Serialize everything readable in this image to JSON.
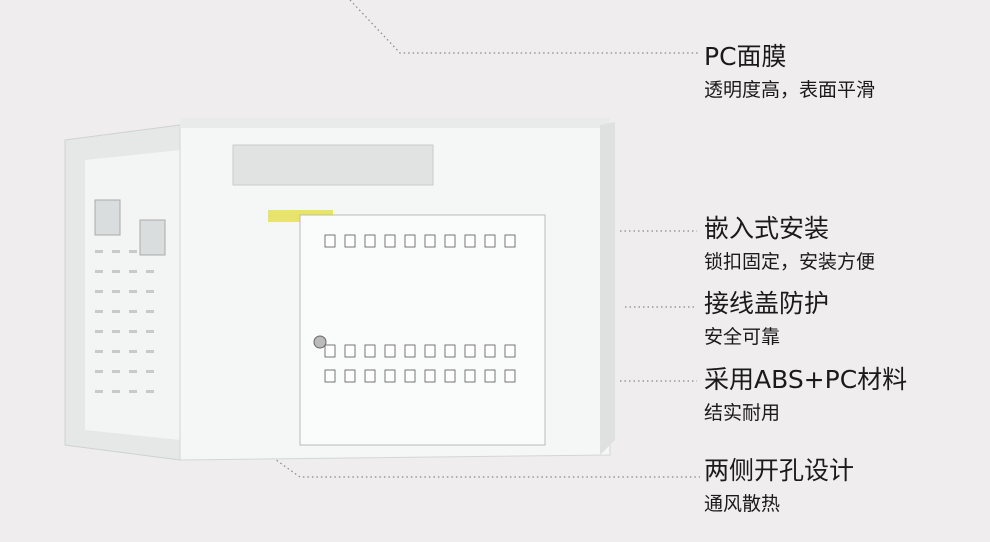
{
  "background_color": "#efedee",
  "features": [
    {
      "title": "PC面膜",
      "subtitle": "透明度高，表面平滑"
    },
    {
      "title": "嵌入式安装",
      "subtitle": "锁扣固定，安装方便"
    },
    {
      "title": "接线盖防护",
      "subtitle": "安全可靠"
    },
    {
      "title": "采用ABS+PC材料",
      "subtitle": "结实耐用"
    },
    {
      "title": "两侧开孔设计",
      "subtitle": "通风散热"
    }
  ]
}
